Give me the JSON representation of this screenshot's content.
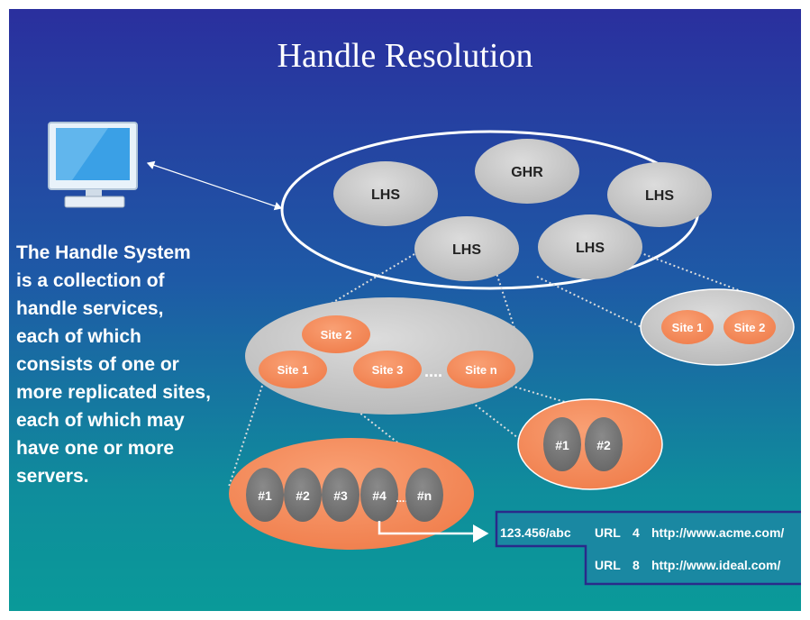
{
  "title": "Handle Resolution",
  "description_lines": [
    "The Handle System",
    "is a collection of",
    "handle services,",
    "each of which",
    "consists of one or",
    "more replicated sites,",
    "each of which may",
    "have one or more",
    "servers."
  ],
  "global": {
    "ghr": "GHR",
    "lhs_left": "LHS",
    "lhs_right": "LHS",
    "lhs_bottom_left": "LHS",
    "lhs_bottom_right": "LHS"
  },
  "service_sites": {
    "site1": "Site 1",
    "site2": "Site 2",
    "site3": "Site 3",
    "ellipsis": "....",
    "siten": "Site n"
  },
  "small_service_sites": {
    "site1": "Site 1",
    "site2": "Site 2"
  },
  "site_servers": [
    "#1",
    "#2",
    "#3",
    "#4",
    "#n"
  ],
  "site_servers_ellipsis": "....",
  "small_site_servers": [
    "#1",
    "#2"
  ],
  "handle_record": {
    "handle": "123.456/abc",
    "rows": [
      {
        "type": "URL",
        "index": "4",
        "value": "http://www.acme.com/"
      },
      {
        "type": "URL",
        "index": "8",
        "value": "http://www.ideal.com/"
      }
    ]
  },
  "colors": {
    "gradient_top": "#2a2f9e",
    "gradient_bottom": "#0a9a99",
    "node_gray": "#c8c8c8",
    "site_orange": "#f6905e",
    "server_gray": "#7a7a7a",
    "record_border": "#2a2a8a"
  },
  "icons": {
    "computer": "computer-monitor-icon"
  }
}
